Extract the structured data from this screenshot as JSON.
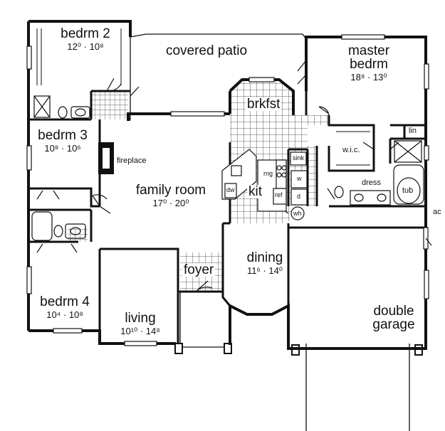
{
  "rooms": {
    "bedrm2": {
      "name": "bedrm 2",
      "dim": "12⁰ · 10⁸"
    },
    "covered_patio": {
      "name": "covered  patio"
    },
    "master": {
      "name1": "master",
      "name2": "bedrm",
      "dim": "18⁸  ·  13⁰"
    },
    "brkfst": {
      "name": "brkfst"
    },
    "bedrm3": {
      "name": "bedrm 3",
      "dim": "10⁸ · 10⁶"
    },
    "family_room": {
      "name": "family room",
      "dim": "17⁰ · 20⁰"
    },
    "kit": {
      "name": "kit"
    },
    "dining": {
      "name": "dining",
      "dim": "11⁶ · 14⁰"
    },
    "foyer": {
      "name": "foyer"
    },
    "bedrm4": {
      "name": "bedrm 4",
      "dim": "10⁴ · 10⁸"
    },
    "living": {
      "name": "living",
      "dim": "10¹⁰ · 14⁸"
    },
    "garage": {
      "name1": "double",
      "name2": "garage"
    }
  },
  "fixtures": {
    "fireplace": "fireplace",
    "wic": "w.i.c.",
    "lin": "lin",
    "dress": "dress",
    "tub": "tub",
    "sink": "sink",
    "rng": "rng",
    "dw": "dw",
    "ref": "ref",
    "w": "w",
    "d": "d",
    "wh": "wh",
    "ac": "ac"
  }
}
